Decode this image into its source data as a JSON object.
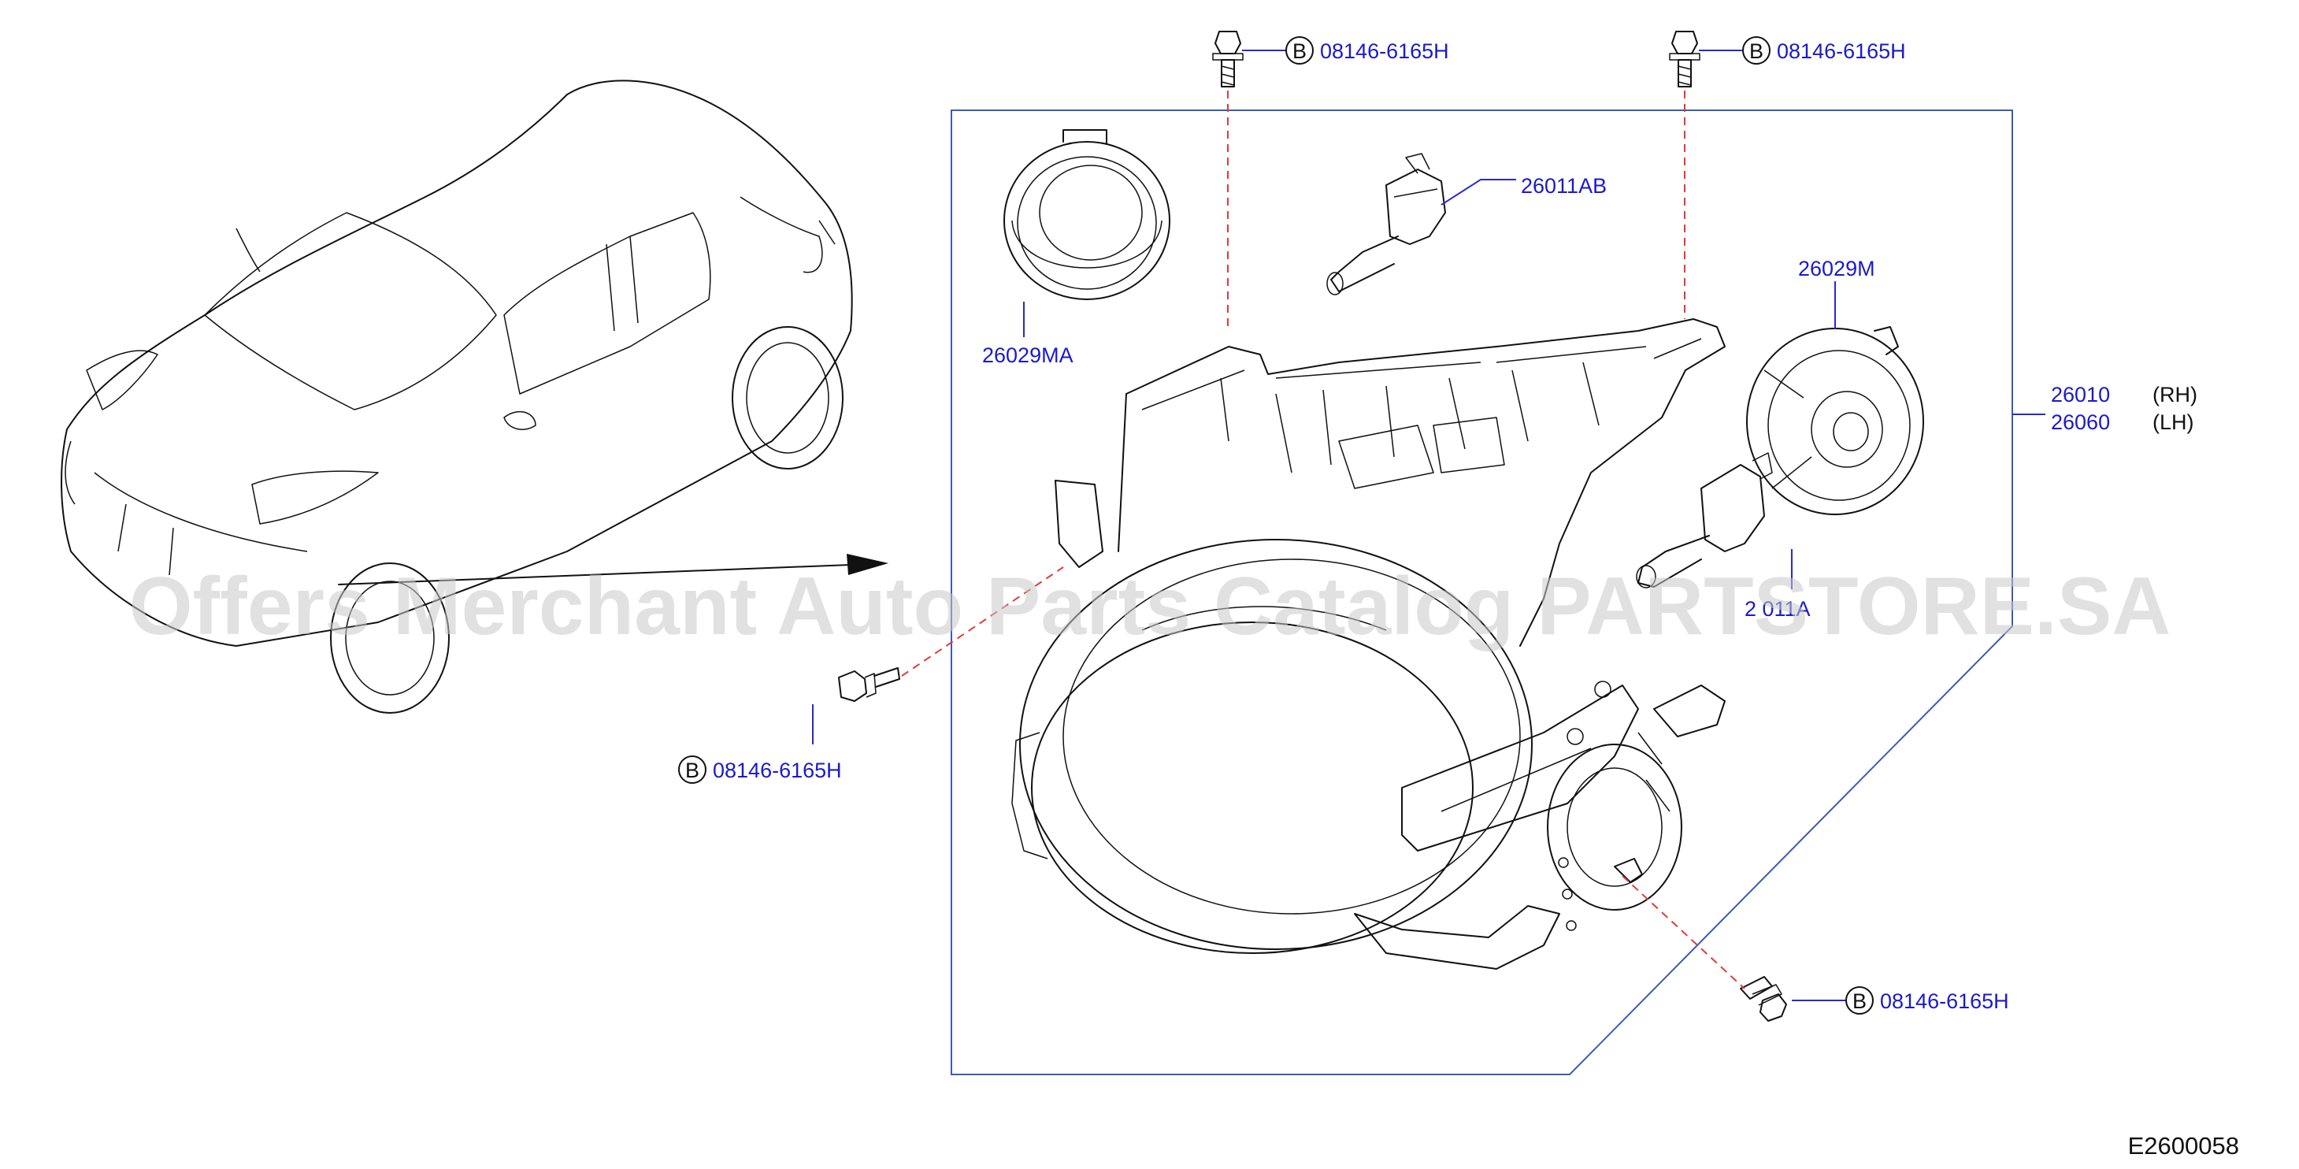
{
  "diagram": {
    "diagram_code": "E2600058",
    "watermark": "Offers Merchant Auto Parts Catalog PARTSTORE.SA",
    "parts": {
      "bulb_hi": "26011AB",
      "bulb_lo": "2 011A",
      "socket_cap_left": "26029MA",
      "socket_cap_right": "26029M",
      "assembly_rh": "26010",
      "assembly_rh_side": "(RH)",
      "assembly_lh": "26060",
      "assembly_lh_side": "(LH)"
    },
    "bolts": {
      "ref_letter": "B",
      "top_left": "08146-6165H",
      "top_right": "08146-6165H",
      "left": "08146-6165H",
      "bottom": "08146-6165H"
    }
  }
}
